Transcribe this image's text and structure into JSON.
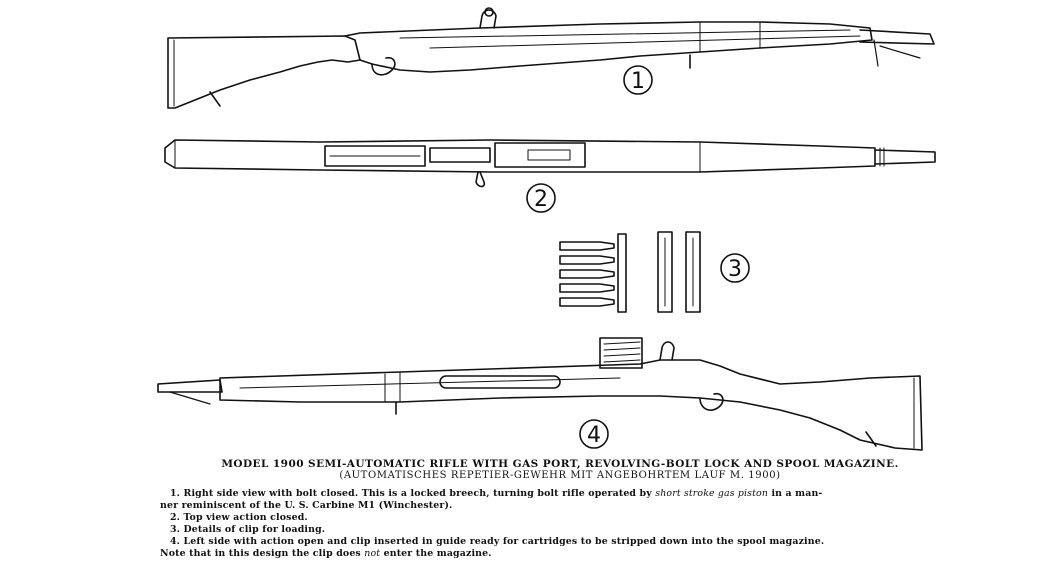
{
  "figure_labels": {
    "one": "1",
    "two": "2",
    "three": "3",
    "four": "4"
  },
  "caption": {
    "title": "MODEL 1900 SEMI-AUTOMATIC RIFLE WITH GAS PORT, REVOLVING-BOLT LOCK AND SPOOL MAGAZINE.",
    "subtitle": "(AUTOMATISCHES REPETIER-GEWEHR MIT ANGEBOHRTEM LAUF M. 1900)",
    "note1_a": "1.  Right side view with bolt closed.  This is a locked breech, turning bolt rifle operated by",
    "note1_em": "short stroke gas piston",
    "note1_b": "in a man-",
    "note1_c": "ner reminiscent of the U. S. Carbine M1 (Winchester).",
    "note2": "2.  Top view action closed.",
    "note3": "3.  Details of clip for loading.",
    "note4_a": "4.  Left side with action open and clip inserted in guide ready for cartridges to be stripped down into the spool magazine.",
    "note4_b": "Note that in this design the clip does",
    "note4_em": "not",
    "note4_c": "enter the magazine."
  },
  "colors": {
    "ink": "#111111",
    "paper": "#ffffff"
  }
}
